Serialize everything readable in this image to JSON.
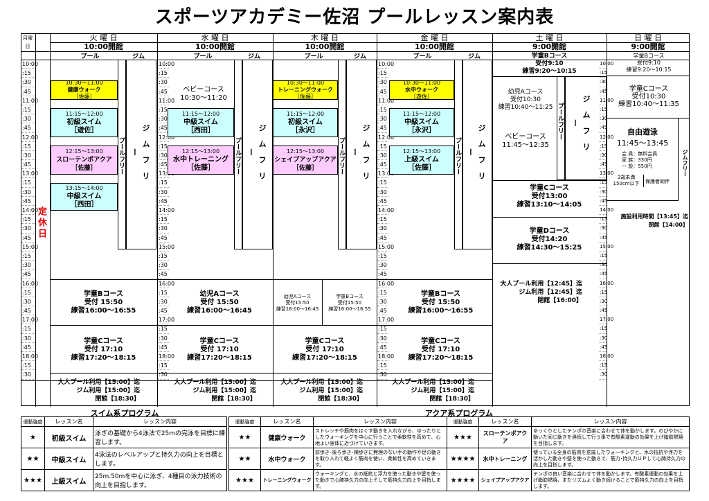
{
  "title": "スポーツアカデミー佐沼 プールレッスン案内表",
  "corner": "月曜日",
  "closed_label": "定休日",
  "days": [
    {
      "name": "火 曜 日",
      "open": "10:00開館",
      "pool": "プール",
      "gym": "ジム"
    },
    {
      "name": "水 曜 日",
      "open": "10:00開館",
      "pool": "プール",
      "gym": "ジム"
    },
    {
      "name": "木 曜 日",
      "open": "10:00開館",
      "pool": "プール",
      "gym": "ジム"
    },
    {
      "name": "金 曜 日",
      "open": "10:00開館",
      "pool": "プール",
      "gym": "ジム"
    },
    {
      "name": "土 曜 日",
      "open": "9:00開館"
    },
    {
      "name": "日 曜 日",
      "open": "9:00開館"
    }
  ],
  "times": [
    "10:00",
    ":15",
    ":30",
    ":45",
    "11:00",
    ":15",
    ":30",
    ":45",
    "12:00",
    ":15",
    ":30",
    ":45",
    "13:00",
    ":15",
    ":30",
    ":45",
    "14:00",
    ":15",
    ":30",
    ":45",
    "15:00",
    ":15",
    ":30",
    ":45",
    "16:00",
    ":15",
    ":30",
    ":45",
    "17:00",
    ":15",
    ":30",
    ":45",
    "18:00",
    ":15",
    ":30"
  ],
  "pool_free": "プールフリー",
  "gym_free": "ジムフリー",
  "gym_free_spaced": "ジムフリー",
  "tue": {
    "l1_time": "10:30～11:00",
    "l1_name": "健康ウォーク",
    "l1_coach": "［佐藤］",
    "l2_time": "11:15～12:00",
    "l2_name": "初級スイム",
    "l2_coach": "［遊佐］",
    "l3_time": "12:15～13:00",
    "l3_name": "スローテンポアクア",
    "l3_coach": "［佐藤］",
    "l4_time": "13:15～14:00",
    "l4_name": "中級スイム",
    "l4_coach": "［西田］"
  },
  "wed": {
    "l1_name": "ベビーコース",
    "l1_time": "10:30～11:20",
    "l2_time": "11:15～12:00",
    "l2_name": "中級スイム",
    "l2_coach": "［西田］",
    "l3_time": "12:15～13:00",
    "l3_name": "水中トレーニング",
    "l3_coach": "［佐藤］",
    "b_name": "幼児Aコース",
    "b_recv": "受付 15:50",
    "b_prac": "練習16:00～16:45"
  },
  "thu": {
    "l1_time": "10:30～11:00",
    "l1_name": "トレーニングウォーク",
    "l1_coach": "［佐藤］",
    "l2_time": "11:15～12:00",
    "l2_name": "初級スイム",
    "l2_coach": "［永沢］",
    "l3_time": "12:15～13:00",
    "l3_name": "シェイプアップアクア",
    "l3_coach": "［佐藤］",
    "a_name": "幼児Aコース",
    "a_recv": "受付15:50",
    "a_prac": "練習16:00～16:45",
    "b_name": "学童Bコース",
    "b_recv": "受付15:50",
    "b_prac": "練習16:00～16:55"
  },
  "fri": {
    "l1_time": "10:30～11:00",
    "l1_name": "水中ウォーク",
    "l1_coach": "［遊佐］",
    "l2_time": "11:15～12:00",
    "l2_name": "中級スイム",
    "l2_coach": "［永沢］",
    "l3_time": "12:15～13:00",
    "l3_name": "上級スイム",
    "l3_coach": "［佐藤］"
  },
  "evening_b": {
    "name": "学童Bコース",
    "recv": "受付 15:50",
    "prac": "練習16:00～16:55"
  },
  "evening_c": {
    "name": "学童Cコース",
    "recv": "受付 17:10",
    "prac": "練習17:20～18:15"
  },
  "weekday_footer": {
    "pool": "大人プール利用【15:00】迄",
    "gym": "ジム利用【15:00】迄",
    "close": "閉館【18:30】"
  },
  "sat": {
    "b_name": "学童Bコース",
    "b_recv": "受付9:10",
    "b_prac": "練習9:20～10:15",
    "y_name": "幼児Aコース",
    "y_recv": "受付10:30",
    "y_prac": "練習10:40～11:25",
    "baby_name": "ベビーコース",
    "baby_time": "11:45～12:35",
    "c_name": "学童Cコース",
    "c_recv": "受付13:00",
    "c_prac": "練習13:10～14:05",
    "d_name": "学童Dコース",
    "d_recv": "受付14:20",
    "d_prac": "練習14:30～15:25",
    "f_pool": "大人プール利用【12:45】迄",
    "f_gym": "ジム利用【12:45】迄",
    "f_close": "閉館【16:00】"
  },
  "sun": {
    "b_name": "学童Bコース",
    "b_recv": "受付9:10",
    "b_prac": "練習9:20～10:15",
    "c_name": "学童Cコース",
    "c_recv": "受付10:30",
    "c_prac": "練習10:40～11:35",
    "free_title": "自由遊泳",
    "free_time": "11:45～13:45",
    "fee1": "会 員：無料会員",
    "fee2": "家 族：330円",
    "fee3": "一 般：550円",
    "kid_note": "3歳未満 150cm以下",
    "guardian": "保護者同伴",
    "f_use": "施設利用時間【13:45】迄",
    "f_close": "閉館【14:00】"
  },
  "swim_program": {
    "title": "スイム系プログラム",
    "headers": [
      "運動強度",
      "レッスン名",
      "レッスン内容"
    ],
    "rows": [
      {
        "level": "★",
        "name": "初級スイム",
        "desc": "泳ぎの基礎から4泳法で25mの完泳を目標に練習します。"
      },
      {
        "level": "★★",
        "name": "中級スイム",
        "desc": "4泳法のレベルアップと持久力の向上を目標とします。"
      },
      {
        "level": "★★★",
        "name": "上級スイム",
        "desc": "25m.50mを中心に泳ぎ、4種目の泳力技術の向上を目指します。"
      }
    ]
  },
  "aqua_program": {
    "title": "アクア系プログラム",
    "headers": [
      "運動強度",
      "レッスン名",
      "レッスン内容",
      "運動強度",
      "レッスン名",
      "レッスン内容"
    ],
    "rows": [
      {
        "level": "★★",
        "name": "健康ウォーク",
        "desc": "ストレッチや筋肉をほぐす動きを入れながら、ゆったりとしたウォーキングを中心に行うことで柔軟性を高めて、心地よい身体に近づけていきます。",
        "level2": "★★★",
        "name2": "スローテンポアクア",
        "desc2": "ゆっくりとしたテンポの音楽に合わせて体を動かします。のびやかに動いた同じ動きを連続して行う事で有酸素運動の効果を上げ脂肪燃焼を目指します。"
      },
      {
        "level": "★★",
        "name": "水中ウォーク",
        "desc": "前歩き･後ろ歩き･横歩きに無理のない手の動作や足の動きを取り入れて軽よく筋肉を使い、柔軟性を高めていきます。",
        "level2": "★★★★",
        "name2": "水中トレーニング",
        "desc2": "使っている全身の筋肉を意識したウォーキングと、水の抵抗や浮力を活かした動きや壁を使った動きで、筋力･持久力ＵＰして心肺持久力の向上を目指します。"
      },
      {
        "level": "★★★",
        "name": "トレーニングウォーク",
        "desc": "ウォーキングと、水の抵抗と浮力を使った動きや壁を使った動きで心肺持久力の向上そして筋持久力向上を目指します。",
        "level2": "★★★★",
        "name2": "シェイプアップアクア",
        "desc2": "テンポの良い音楽に合わせて体を動かします。有酸素運動の効果を上げ脂肪燃焼、またリズムよく動き続けることで筋持久力の向上を目指します。"
      }
    ]
  }
}
